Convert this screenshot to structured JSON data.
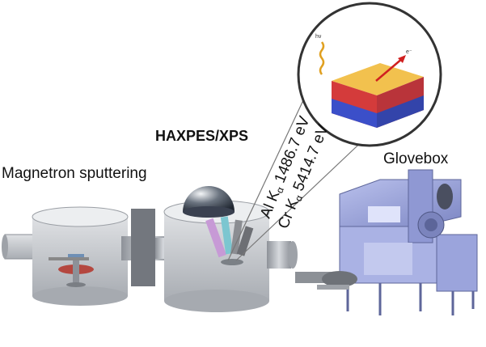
{
  "labels": {
    "magnetron": "Magnetron sputtering",
    "haxpes": "HAXPES/XPS",
    "glovebox": "Glovebox"
  },
  "sources": [
    {
      "element": "Al K",
      "sub": "α",
      "energy": " 1486.7 eV"
    },
    {
      "element": "Cr K",
      "sub": "α",
      "energy": " 5414.7 eV"
    }
  ],
  "inset": {
    "photon_label": "hν",
    "electron_label": "e⁻"
  },
  "colors": {
    "chamber": "#c9ccd1",
    "glovebox": "#9aa3d6",
    "atoms_top": "#f2c14e",
    "atoms_mid": "#d43b3b",
    "atoms_low": "#3b4fc9",
    "photon": "#e0a020",
    "electron": "#d02020"
  }
}
